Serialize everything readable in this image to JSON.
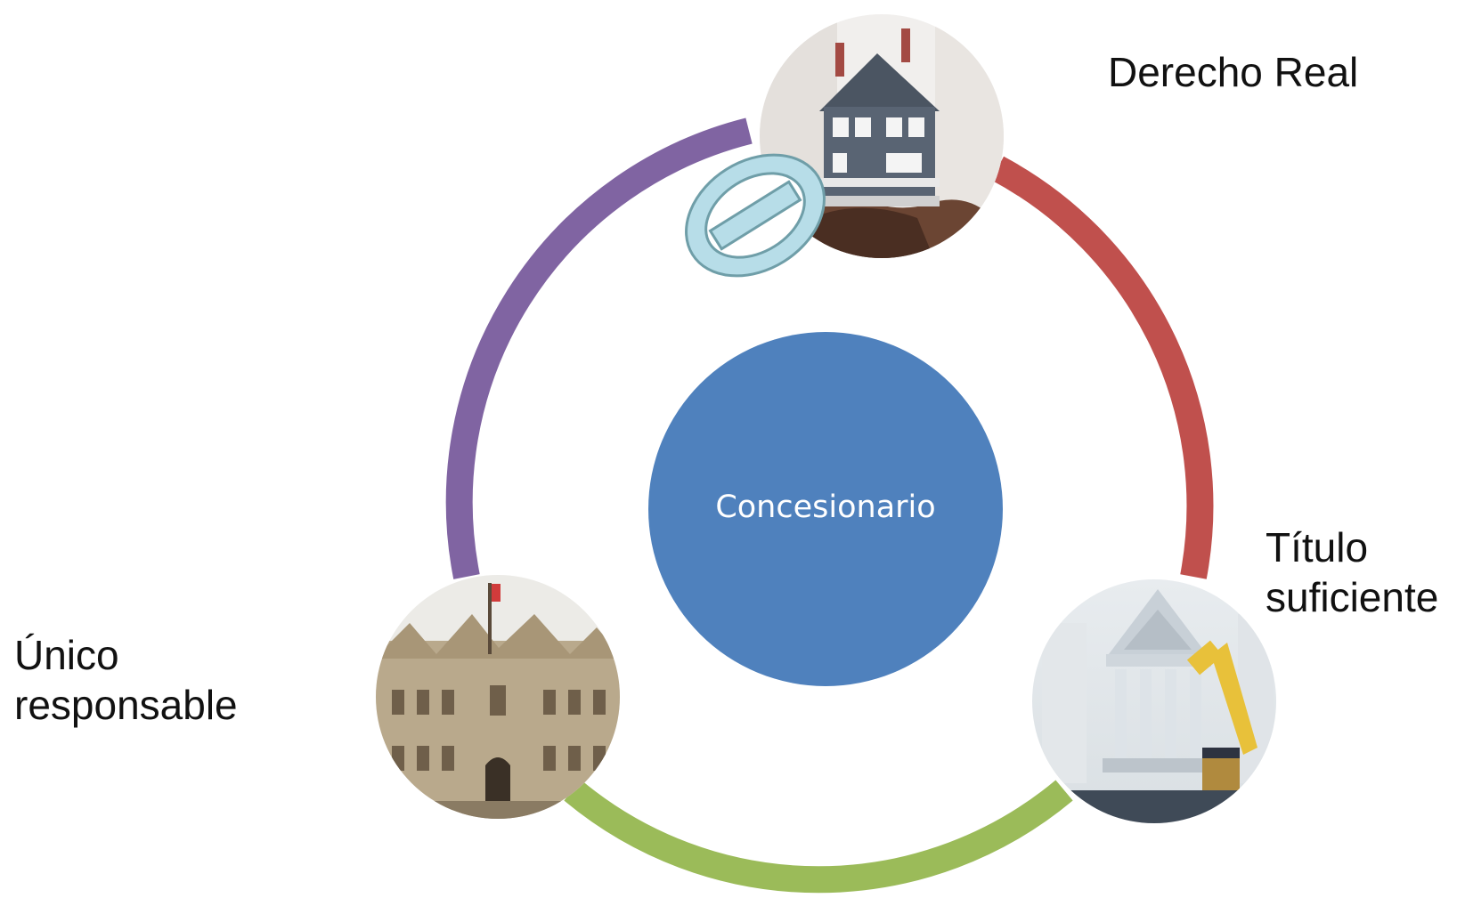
{
  "diagram": {
    "center_label": "Concesionario",
    "nodes": [
      {
        "label_lines": [
          "Derecho Real"
        ],
        "image": "house-in-hands-image",
        "badge": "prohibited-icon"
      },
      {
        "label_lines": [
          "Título",
          "suficiente"
        ],
        "image": "courthouse-gavel-image"
      },
      {
        "label_lines": [
          "Único",
          "responsable"
        ],
        "image": "government-palace-image"
      }
    ],
    "colors": {
      "center": "#4f81bd",
      "arc_purple": "#8064a2",
      "arc_red": "#c0504d",
      "arc_green": "#9bbb59",
      "badge_fill": "#b7dde8",
      "badge_stroke": "#6f9ea8"
    }
  }
}
